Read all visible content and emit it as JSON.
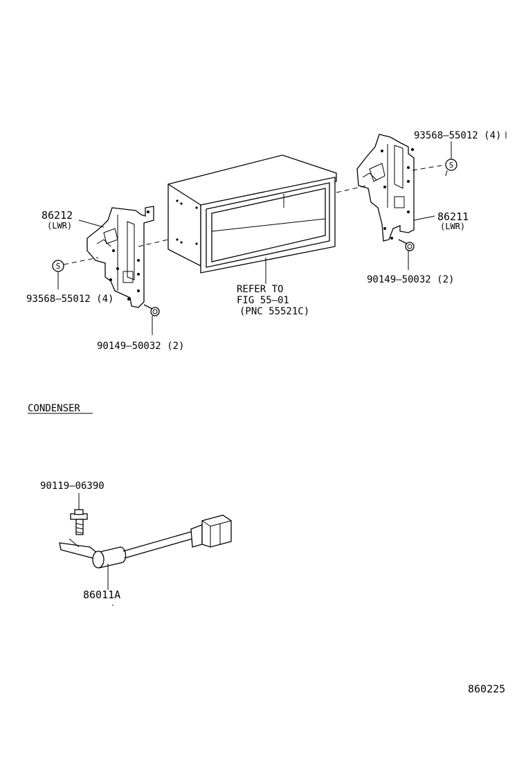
{
  "labels": {
    "right_washer": "93568–55012 (4)",
    "right_bracket": "86211",
    "right_bracket_sub": "(LWR)",
    "right_screw": "90149–50032 (2)",
    "left_bracket": "86212",
    "left_bracket_sub": "(LWR)",
    "left_washer": "93568–55012 (4)",
    "left_screw": "90149–50032 (2)",
    "refer_line1": "REFER TO",
    "refer_line2": "FIG 55–01",
    "refer_line3": "(PNC 55521C)",
    "section_title": "CONDENSER",
    "condenser_bolt": "90119–06390",
    "condenser_part": "86011A",
    "washer_symbol": "S",
    "diagram_id": "860225"
  }
}
